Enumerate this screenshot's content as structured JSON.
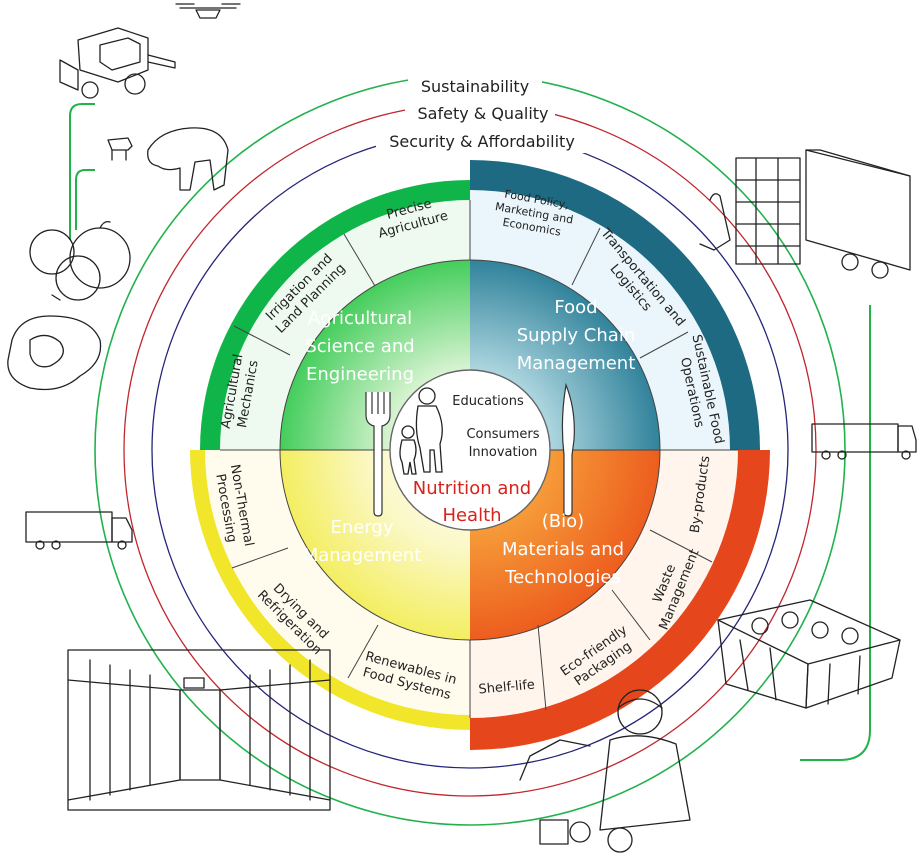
{
  "pillars": {
    "sustainability": "Sustainability",
    "safety_quality": "Safety & Quality",
    "security_affordability": "Security & Affordability"
  },
  "quadrants": {
    "agri": {
      "title": [
        "Agricultural",
        "Science and",
        "Engineering"
      ],
      "color": "#10b54a",
      "segments": {
        "mechanics": [
          "Agricultural",
          "Mechanics"
        ],
        "irrigation": [
          "Irrigation and",
          "Land Planning"
        ],
        "precise": [
          "Precise",
          "Agriculture"
        ]
      }
    },
    "supply": {
      "title": [
        "Food",
        "Supply Chain",
        "Management"
      ],
      "color": "#1f6a83",
      "segments": {
        "policy": [
          "Food Policy,",
          "Marketing and",
          "Economics"
        ],
        "transport": [
          "Transportation and",
          "Logistics"
        ],
        "sustainable_ops": [
          "Sustainable Food",
          "Operations"
        ]
      }
    },
    "energy": {
      "title": [
        "Energy",
        "Management"
      ],
      "color": "#f1e62a",
      "segments": {
        "non_thermal": [
          "Non-Thermal",
          "Processing"
        ],
        "drying": [
          "Drying and",
          "Refrigeration"
        ],
        "renewables": [
          "Renewables in",
          "Food Systems"
        ]
      }
    },
    "materials": {
      "title": [
        "(Bio)",
        "Materials and",
        "Technologies"
      ],
      "color": "#e6461c",
      "segments": {
        "shelf_life": "Shelf-life",
        "packaging": [
          "Eco-friendly",
          "Packaging"
        ],
        "waste": [
          "Waste",
          "Management"
        ],
        "byproducts": "By-products"
      }
    }
  },
  "center": {
    "educations": "Educations",
    "consumers": [
      "Consumers",
      "Innovation"
    ],
    "nutrition": [
      "Nutrition and",
      "Health"
    ],
    "nutrition_color": "#d8231d"
  },
  "colors": {
    "green_line": "#22b24c",
    "red_line": "#c0262d",
    "blue_line": "#25257a"
  }
}
